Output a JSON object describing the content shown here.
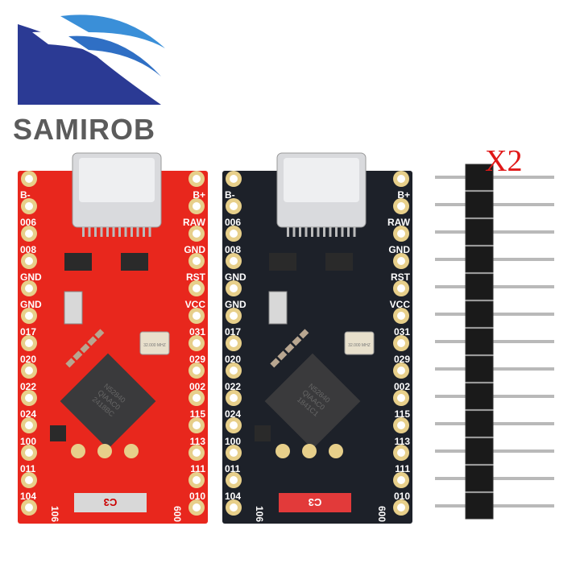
{
  "logo": {
    "text": "SAMIROB",
    "colors": [
      "#2b3a94",
      "#3a8fd8"
    ]
  },
  "quantity_label": "X2",
  "boards": [
    {
      "name": "red",
      "pcb_color": "#e8271d",
      "left_pins": [
        "B-",
        "006",
        "008",
        "GND",
        "GND",
        "017",
        "020",
        "022",
        "024",
        "100",
        "011",
        "104"
      ],
      "right_pins": [
        "B+",
        "RAW",
        "GND",
        "RST",
        "VCC",
        "031",
        "029",
        "002",
        "115",
        "113",
        "111",
        "010"
      ],
      "bottom_pins": [
        "106",
        "600"
      ],
      "chip_text": [
        "N52840",
        "QIAAC0",
        "2418BC"
      ],
      "crystal_text": "32.000 MHZ",
      "component_label": "C3"
    },
    {
      "name": "black",
      "pcb_color": "#1d2129",
      "left_pins": [
        "B-",
        "006",
        "008",
        "GND",
        "GND",
        "017",
        "020",
        "022",
        "024",
        "100",
        "011",
        "104"
      ],
      "right_pins": [
        "B+",
        "RAW",
        "GND",
        "RST",
        "VCC",
        "031",
        "029",
        "002",
        "115",
        "113",
        "111",
        "010"
      ],
      "bottom_pins": [
        "106",
        "600"
      ],
      "chip_text": [
        "N52840",
        "QIAAC0",
        "1841C1"
      ],
      "crystal_text": "32.000 MHZ",
      "component_label": "C3"
    }
  ],
  "pin_header": {
    "pin_count": 13
  }
}
